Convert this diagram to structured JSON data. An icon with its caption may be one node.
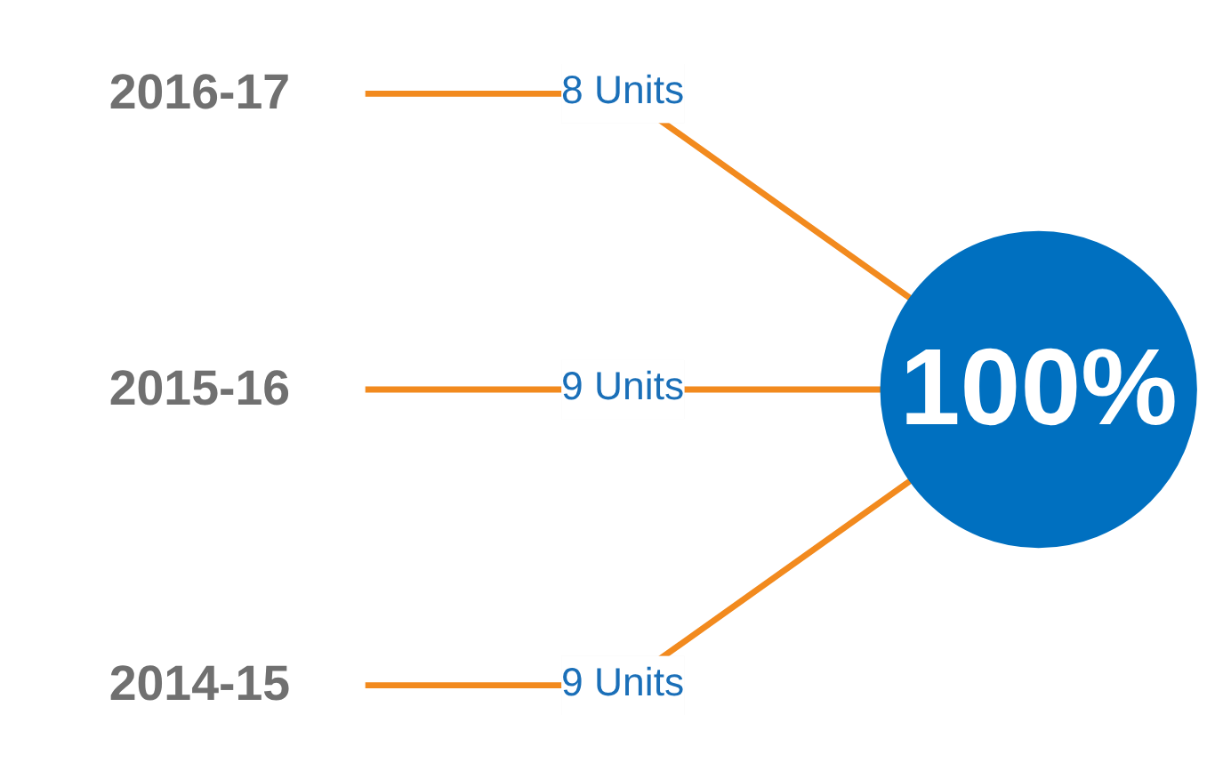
{
  "diagram": {
    "nodes": [
      {
        "text": [
          "2016-17"
        ]
      },
      {
        "text": [
          "2015-16"
        ]
      },
      {
        "text": [
          "2014-15"
        ]
      },
      {
        "text": [
          "100%"
        ]
      }
    ],
    "edges": [
      {
        "from": 0,
        "to": 3,
        "arrow": "none",
        "label": "8 Units"
      },
      {
        "from": 1,
        "to": 3,
        "arrow": "none",
        "label": "9 Units"
      },
      {
        "from": 2,
        "to": 3,
        "arrow": "none",
        "label": "9 Units"
      }
    ]
  }
}
